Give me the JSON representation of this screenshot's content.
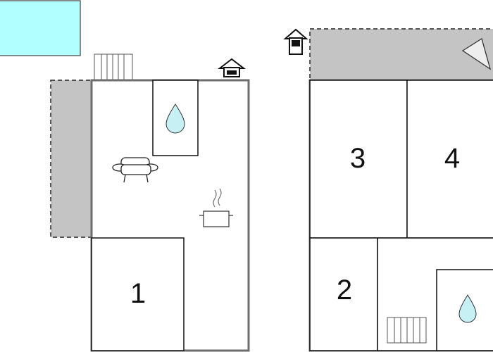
{
  "plan": {
    "rooms": [
      {
        "id": "room-1",
        "label": "1"
      },
      {
        "id": "room-2",
        "label": "2"
      },
      {
        "id": "room-3",
        "label": "3"
      },
      {
        "id": "room-4",
        "label": "4"
      }
    ],
    "icons": [
      "pool",
      "stairs",
      "house-entrance",
      "bathroom-drop",
      "sofa",
      "kitchen-pot",
      "terrace",
      "balcony",
      "sun-lounger"
    ],
    "colors": {
      "wall": "#6d6d6d",
      "inner_wall": "#111111",
      "terrace_fill": "#c4c4c4",
      "pool_fill": "#b2ffff",
      "water_drop": "#c6f0f4"
    }
  }
}
